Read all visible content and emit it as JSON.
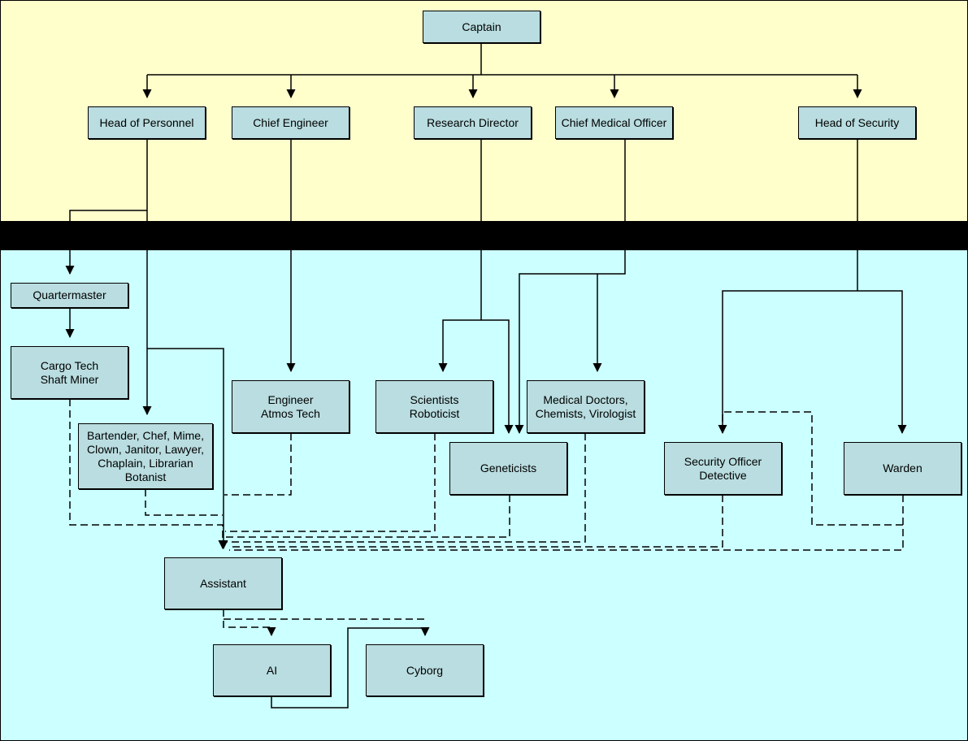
{
  "roles": {
    "captain": "Captain",
    "hop": "Head of Personnel",
    "ce": "Chief Engineer",
    "rd": "Research Director",
    "cmo": "Chief Medical Officer",
    "hos": "Head of Security",
    "qm": "Quartermaster",
    "cargo": "Cargo Tech\nShaft Miner",
    "civilian": "Bartender, Chef, Mime,\nClown, Janitor, Lawyer,\nChaplain, Librarian\nBotanist",
    "engineer": "Engineer\nAtmos Tech",
    "science": "Scientists\nRoboticist",
    "medical": "Medical Doctors,\nChemists, Virologist",
    "genetics": "Geneticists",
    "security": "Security Officer\nDetective",
    "warden": "Warden",
    "assistant": "Assistant",
    "ai": "AI",
    "cyborg": "Cyborg"
  },
  "colors": {
    "command_band": "#ffffcc",
    "crew_band": "#ccffff",
    "separator": "#000000",
    "box_fill": "#b9dde0"
  },
  "edges": {
    "solid": [
      [
        "captain",
        "hop"
      ],
      [
        "captain",
        "ce"
      ],
      [
        "captain",
        "rd"
      ],
      [
        "captain",
        "cmo"
      ],
      [
        "captain",
        "hos"
      ],
      [
        "hop",
        "qm"
      ],
      [
        "qm",
        "cargo"
      ],
      [
        "hop",
        "civilian"
      ],
      [
        "hop",
        "assistant"
      ],
      [
        "ce",
        "engineer"
      ],
      [
        "rd",
        "science"
      ],
      [
        "rd",
        "genetics"
      ],
      [
        "cmo",
        "medical"
      ],
      [
        "cmo",
        "genetics"
      ],
      [
        "hos",
        "security"
      ],
      [
        "hos",
        "warden"
      ],
      [
        "ai",
        "cyborg"
      ]
    ],
    "dashed": [
      [
        "cargo",
        "assistant"
      ],
      [
        "civilian",
        "assistant"
      ],
      [
        "engineer",
        "assistant"
      ],
      [
        "science",
        "assistant"
      ],
      [
        "genetics",
        "assistant"
      ],
      [
        "medical",
        "assistant"
      ],
      [
        "security",
        "assistant"
      ],
      [
        "warden",
        "assistant"
      ],
      [
        "warden",
        "security"
      ],
      [
        "assistant",
        "ai"
      ],
      [
        "assistant",
        "cyborg"
      ]
    ]
  }
}
